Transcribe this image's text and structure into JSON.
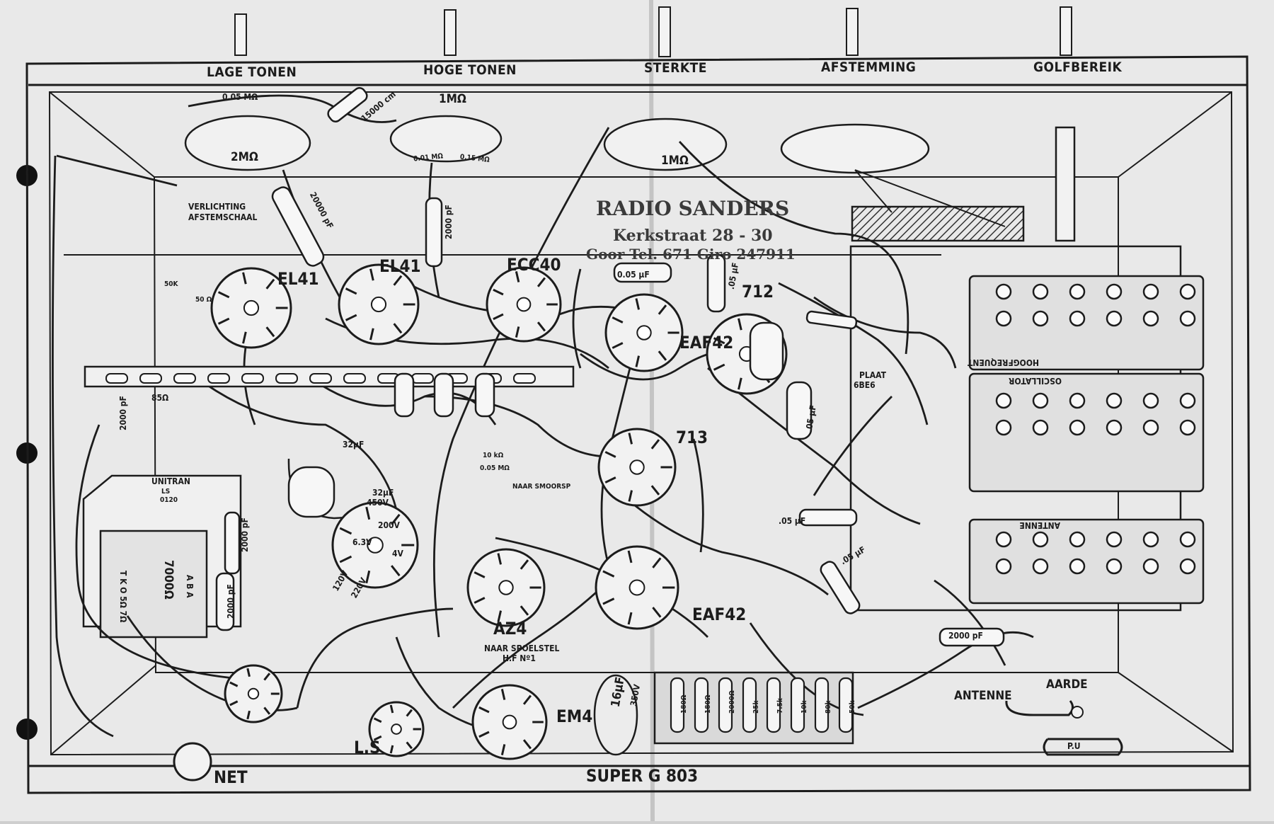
{
  "colors": {
    "paper": "#e9e9e9",
    "ink": "#1c1c1c",
    "stamp": "#3a3a3a",
    "background": "#cfcfcf"
  },
  "controls": {
    "lage_tonen": "LAGE TONEN",
    "hoge_tonen": "HOGE TONEN",
    "sterkte": "STERKTE",
    "afstemming": "AFSTEMMING",
    "golfbereik": "GOLFBEREIK"
  },
  "potentiometers": {
    "lage": "2MΩ",
    "lage_r": "0.05 MΩ",
    "hoge": "1MΩ",
    "sterkte": "1MΩ"
  },
  "stamp": {
    "line1": "RADIO SANDERS",
    "line2": "Kerkstraat 28 - 30",
    "line3": "Goor Tel. 671 Giro 247911"
  },
  "tubes": {
    "el41_a": "EL41",
    "el41_b": "EL41",
    "ecc40": "ECC40",
    "eaf42_a": "EAF42",
    "eaf42_b": "EAF42",
    "az4": "AZ4",
    "em4": "EM4",
    "t712": "712",
    "t713": "713"
  },
  "verlichting": {
    "line1": "VERLICHTING",
    "line2": "AFSTEMSCHAAL"
  },
  "coil_panels": {
    "hoogfrequent": "HOOGFREQUENT",
    "oscillator": "OSCILLATOR",
    "antenne": "ANTENNE"
  },
  "transformer": {
    "title": "UNITRAN",
    "sub1": "LS",
    "sub2": "0120",
    "ohm": "7000Ω",
    "left": "T K O 5Ω 7Ω",
    "right": "A B A"
  },
  "components": {
    "c20000": "20000 pF",
    "c2000a": "2000 pF",
    "c2000b": "2000 pF",
    "c2000c": "2000 pF",
    "c2000d": "2000 pF",
    "c2000e": "2000 pF",
    "c005a": "0.05 μF",
    "c005b": ".05 μF",
    "c005c": ".05 μF",
    "c005d": ".05 μF",
    "c005e": ".05 μF",
    "c32a": "32μF",
    "c32b": "32μF",
    "v450": "450V",
    "c16": "16μF",
    "v350": "350V",
    "c15000": "15000 cm",
    "c001": "0.01 MΩ",
    "c015": "0.15 MΩ",
    "r50k": "50K",
    "r50": "50 Ω",
    "r85": "85Ω",
    "r10k": "10 kΩ",
    "r005": "0.05 MΩ",
    "v200": "200V",
    "v4": "4V",
    "v6": "6.3V",
    "v120": "120V",
    "v220": "220V"
  },
  "resistor_strip": [
    "180Ω",
    "180Ω",
    "2000Ω",
    "25k",
    "7.5k",
    "10k",
    "80k",
    "50k"
  ],
  "notes": {
    "plaat": "PLAAT",
    "plaat_sub": "6BE6",
    "naar_smoorspoel": "NAAR SMOORSP",
    "naar_spoelstel": "NAAR SPOELSTEL",
    "hf": "H.F  Nº1"
  },
  "connectors": {
    "net": "NET",
    "ls": "L.S",
    "antenne": "ANTENNE",
    "aarde": "AARDE",
    "pu": "P.U"
  },
  "model": "SUPER G 803"
}
